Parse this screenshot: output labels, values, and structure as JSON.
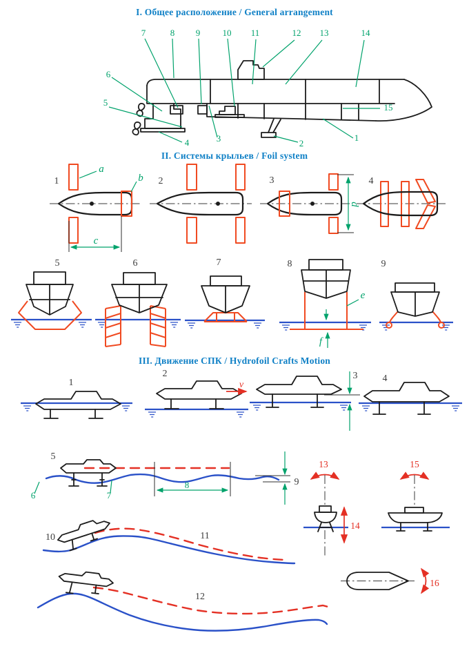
{
  "titles": {
    "s1": "I. Общее расположение / General arrangement",
    "s2": "II. Системы крыльев / Foil system",
    "s3": "III. Движение СПК / Hydrofoil Crafts Motion"
  },
  "palette": {
    "title_blue": "#0f80c6",
    "callout_green": "#00a26b",
    "foil_orange": "#f04a21",
    "water_blue": "#2a51c8",
    "motion_red": "#e43024",
    "ink_black": "#1c1c1c"
  },
  "general_arrangement": {
    "top_callouts": [
      "7",
      "8",
      "9",
      "10",
      "11",
      "12",
      "13",
      "14"
    ],
    "side_callouts": {
      "n6": "6",
      "n5": "5",
      "n4": "4",
      "n3": "3",
      "n2": "2",
      "n1": "1",
      "n15": "15"
    }
  },
  "foil_system": {
    "plan_numbers": [
      "1",
      "2",
      "3",
      "4"
    ],
    "front_numbers": [
      "5",
      "6",
      "7",
      "8",
      "9"
    ],
    "dim_labels": {
      "a": "a",
      "b": "b",
      "c": "c",
      "d": "d",
      "e": "e",
      "f": "f"
    }
  },
  "motion": {
    "hullborne_numbers": [
      "1",
      "2",
      "3",
      "4"
    ],
    "speed_label": "v",
    "wave_numbers": {
      "n5": "5",
      "n6": "6",
      "n7": "7",
      "n8": "8",
      "n9": "9"
    },
    "path_numbers": {
      "n10": "10",
      "n11": "11",
      "n12": "12"
    },
    "oscillation_numbers": {
      "roll": "13",
      "heave": "14",
      "pitch": "15",
      "yaw": "16"
    }
  }
}
